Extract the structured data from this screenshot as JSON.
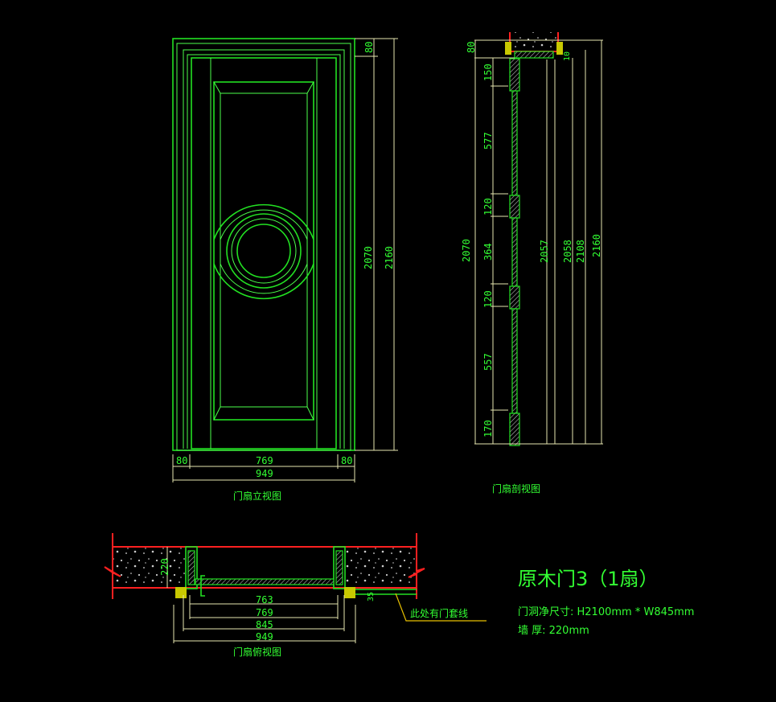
{
  "elevation": {
    "title": "门扇立视图",
    "dims": {
      "top_frame": "80",
      "leaf_height": "2070",
      "total_height": "2160",
      "left_frame": "80",
      "leaf_width": "769",
      "right_frame": "80",
      "total_width": "949"
    }
  },
  "section": {
    "title": "门扇剖视图",
    "dims": {
      "top_frame": "80",
      "gap": "10",
      "seg1": "150",
      "seg2": "577",
      "seg3": "120",
      "seg4": "364",
      "seg5": "120",
      "seg6": "557",
      "seg7": "170",
      "leaf": "2070",
      "h2057": "2057",
      "h2058": "2058",
      "h2108": "2108",
      "total": "2160"
    }
  },
  "plan": {
    "title": "门扇俯视图",
    "wall_dim": "220",
    "dims": [
      "763",
      "769",
      "845",
      "949"
    ],
    "note": "此处有门套线",
    "trim_dim": "35"
  },
  "title_block": {
    "name": "原木门3（1扇）",
    "opening": "门洞净尺寸: H2100mm * W845mm",
    "wall": "墙 厚: 220mm"
  },
  "colors": {
    "line": "#22e022",
    "dim": "#e6e6b0",
    "wall": "#ff2020",
    "bg": "#000000"
  }
}
